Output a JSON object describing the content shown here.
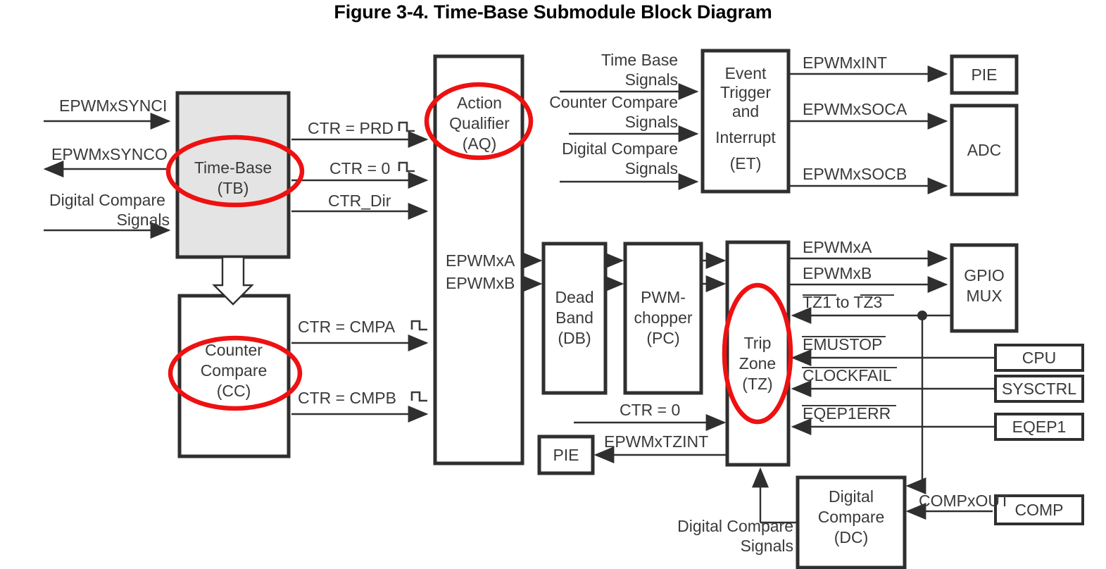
{
  "figure": {
    "title": "Figure 3-4. Time-Base Submodule Block Diagram",
    "number": "3-4"
  },
  "colors": {
    "highlight": "#ee1111",
    "block_stroke": "#2f2f2f",
    "shaded_fill": "#e4e4e4",
    "text": "#3a3a3a",
    "background": "#ffffff"
  },
  "blocks": {
    "time_base": {
      "line1": "Time-Base",
      "line2": "(TB)",
      "shaded": true,
      "highlighted": true
    },
    "counter_compare": {
      "line1": "Counter",
      "line2": "Compare",
      "line3": "(CC)",
      "highlighted": true
    },
    "action_qualifier": {
      "line1": "Action",
      "line2": "Qualifier",
      "line3": "(AQ)",
      "highlighted": true
    },
    "event_trigger": {
      "line1": "Event",
      "line2": "Trigger",
      "line3": "and",
      "line4": "Interrupt",
      "line5": "(ET)"
    },
    "dead_band": {
      "line1": "Dead",
      "line2": "Band",
      "line3": "(DB)"
    },
    "pwm_chopper": {
      "line1": "PWM-",
      "line2": "chopper",
      "line3": "(PC)"
    },
    "trip_zone": {
      "line1": "Trip",
      "line2": "Zone",
      "line3": "(TZ)",
      "highlighted": true
    },
    "digital_compare": {
      "line1": "Digital",
      "line2": "Compare",
      "line3": "(DC)"
    },
    "pie_top": {
      "line1": "PIE"
    },
    "adc": {
      "line1": "ADC"
    },
    "gpio_mux": {
      "line1": "GPIO",
      "line2": "MUX"
    },
    "cpu": {
      "line1": "CPU"
    },
    "sysctrl": {
      "line1": "SYSCTRL"
    },
    "eqep1": {
      "line1": "EQEP1"
    },
    "comp": {
      "line1": "COMP"
    },
    "pie_bottom": {
      "line1": "PIE"
    }
  },
  "signals": {
    "tb_in_synci": {
      "label": "EPWMxSYNCI",
      "direction": "in"
    },
    "tb_out_synco": {
      "label": "EPWMxSYNCO",
      "direction": "out"
    },
    "tb_in_dc_l1": {
      "label": "Digital Compare",
      "direction": "in"
    },
    "tb_in_dc_l2": {
      "label": "Signals",
      "direction": "in"
    },
    "tb_out_ctr_prd": {
      "label": "CTR = PRD",
      "pulse": true
    },
    "tb_out_ctr_zero": {
      "label": "CTR = 0",
      "pulse": true
    },
    "tb_out_ctr_dir": {
      "label": "CTR_Dir",
      "pulse": false
    },
    "cc_out_cmpa": {
      "label": "CTR = CMPA",
      "pulse": true
    },
    "cc_out_cmpb": {
      "label": "CTR = CMPB",
      "pulse": true
    },
    "aq_out_epwmxa": {
      "label": "EPWMxA"
    },
    "aq_out_epwmxb": {
      "label": "EPWMxB"
    },
    "et_in_tb_l1": {
      "label": "Time Base"
    },
    "et_in_tb_l2": {
      "label": "Signals"
    },
    "et_in_cc_l1": {
      "label": "Counter Compare"
    },
    "et_in_cc_l2": {
      "label": "Signals"
    },
    "et_in_dc_l1": {
      "label": "Digital Compare"
    },
    "et_in_dc_l2": {
      "label": "Signals"
    },
    "et_out_int": {
      "label": "EPWMxINT"
    },
    "et_out_soca": {
      "label": "EPWMxSOCA"
    },
    "et_out_socb": {
      "label": "EPWMxSOCB"
    },
    "tz_out_epwmxa": {
      "label": "EPWMxA"
    },
    "tz_out_epwmxb": {
      "label": "EPWMxB"
    },
    "tz_in_tz1_tz3": {
      "label": "TZ1 to TZ3",
      "overbar": "split"
    },
    "tz_in_emustop": {
      "label": "EMUSTOP",
      "overbar": "full"
    },
    "tz_in_clockfail": {
      "label": "CLOCKFAIL",
      "overbar": "full"
    },
    "tz_in_eqep1err": {
      "label": "EQEP1ERR",
      "overbar": "full"
    },
    "tz_in_ctr_zero": {
      "label": "CTR = 0"
    },
    "tz_out_tzint": {
      "label": "EPWMxTZINT"
    },
    "dc_in_compxout": {
      "label": "COMPxOUT"
    },
    "dc_out_dcsig_l1": {
      "label": "Digital Compare"
    },
    "dc_out_dcsig_l2": {
      "label": "Signals"
    }
  }
}
